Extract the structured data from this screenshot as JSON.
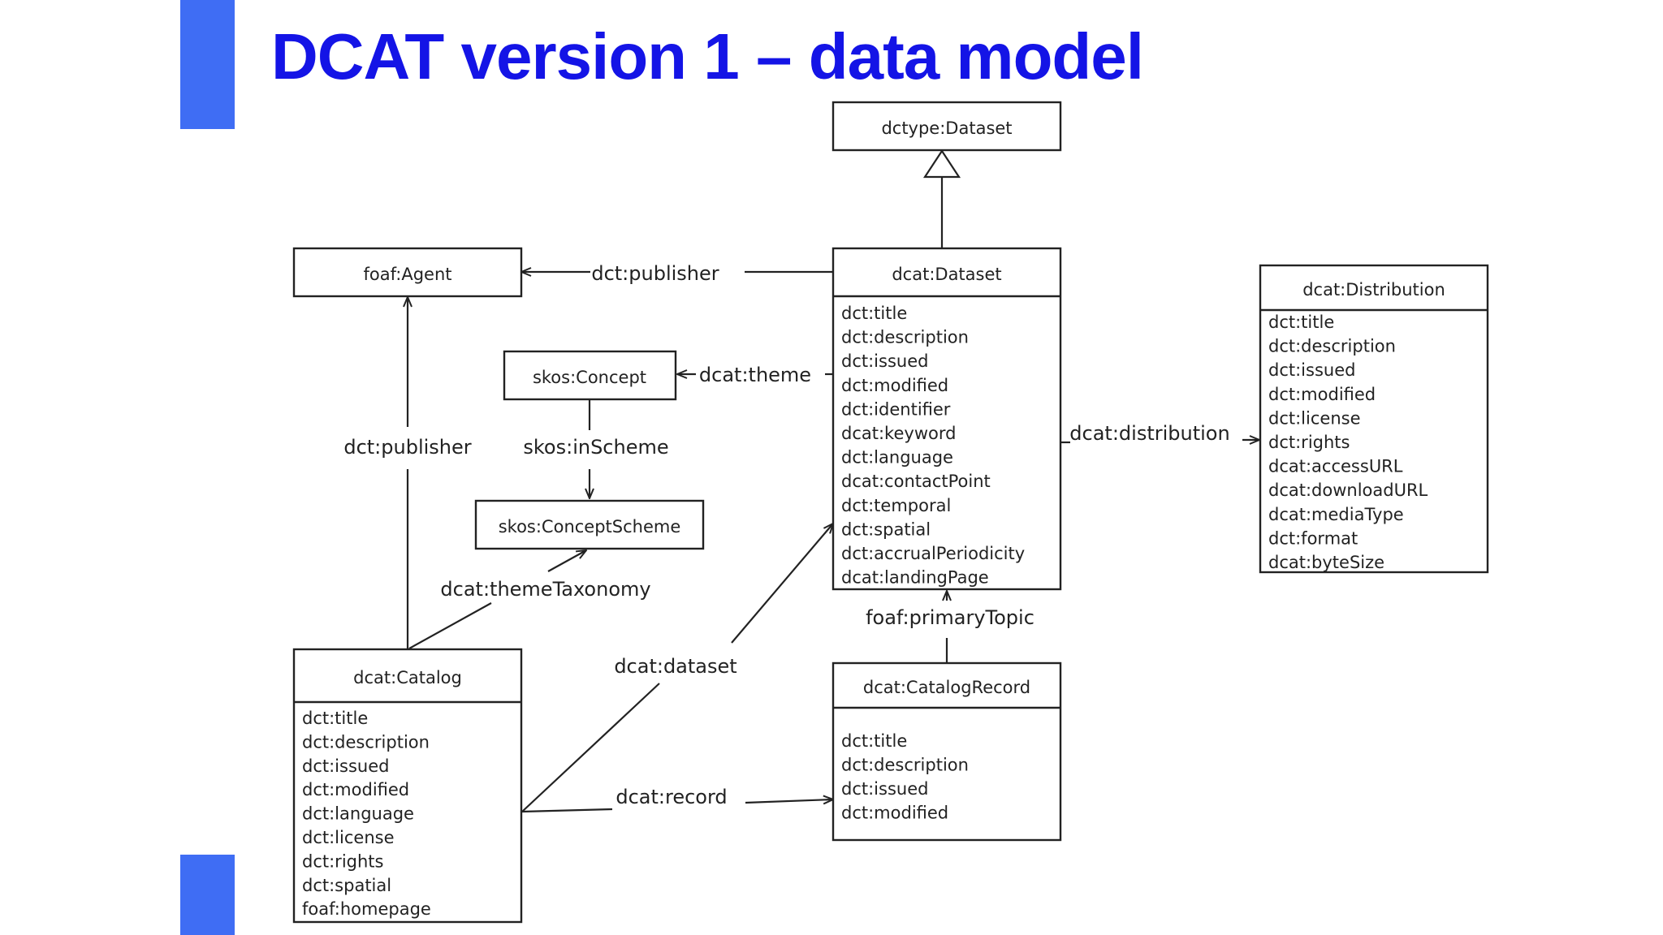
{
  "slide": {
    "title": "DCAT version 1 – data model"
  },
  "diagram": {
    "classes": {
      "dctype_dataset": {
        "name": "dctype:Dataset",
        "attributes": []
      },
      "foaf_agent": {
        "name": "foaf:Agent",
        "attributes": []
      },
      "dcat_dataset": {
        "name": "dcat:Dataset",
        "attributes": [
          "dct:title",
          "dct:description",
          "dct:issued",
          "dct:modified",
          "dct:identifier",
          "dcat:keyword",
          "dct:language",
          "dcat:contactPoint",
          "dct:temporal",
          "dct:spatial",
          "dct:accrualPeriodicity",
          "dcat:landingPage"
        ]
      },
      "dcat_distribution": {
        "name": "dcat:Distribution",
        "attributes": [
          "dct:title",
          "dct:description",
          "dct:issued",
          "dct:modified",
          "dct:license",
          "dct:rights",
          "dcat:accessURL",
          "dcat:downloadURL",
          "dcat:mediaType",
          "dct:format",
          "dcat:byteSize"
        ]
      },
      "skos_concept": {
        "name": "skos:Concept",
        "attributes": []
      },
      "skos_conceptscheme": {
        "name": "skos:ConceptScheme",
        "attributes": []
      },
      "dcat_catalog": {
        "name": "dcat:Catalog",
        "attributes": [
          "dct:title",
          "dct:description",
          "dct:issued",
          "dct:modified",
          "dct:language",
          "dct:license",
          "dct:rights",
          "dct:spatial",
          "foaf:homepage"
        ]
      },
      "dcat_catalogrecord": {
        "name": "dcat:CatalogRecord",
        "attributes": [
          "dct:title",
          "dct:description",
          "dct:issued",
          "dct:modified"
        ]
      }
    },
    "relations": {
      "dataset_publisher": "dct:publisher",
      "dataset_theme": "dcat:theme",
      "concept_inscheme": "skos:inScheme",
      "catalog_publisher": "dct:publisher",
      "catalog_themetaxonomy": "dcat:themeTaxonomy",
      "catalog_dataset": "dcat:dataset",
      "catalog_record": "dcat:record",
      "dataset_distribution": "dcat:distribution",
      "record_primarytopic": "foaf:primaryTopic"
    }
  }
}
